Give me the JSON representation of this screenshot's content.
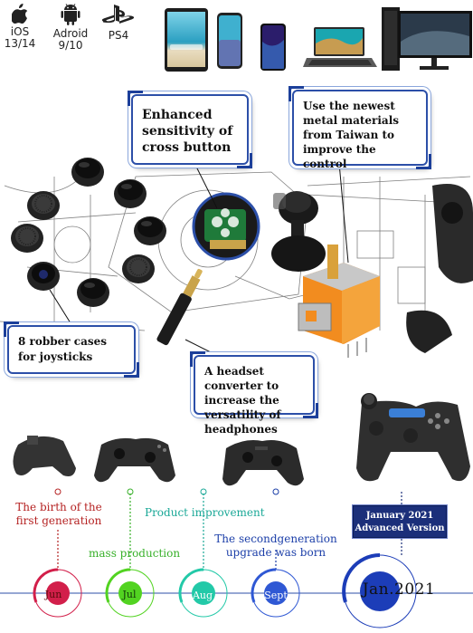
{
  "platforms": [
    {
      "name": "iOS",
      "version": "13/14",
      "icon": "apple-icon"
    },
    {
      "name": "Adroid",
      "version": "9/10",
      "icon": "android-icon"
    },
    {
      "name": "PS4",
      "version": "",
      "icon": "playstation-icon"
    }
  ],
  "callouts": {
    "cross_button": "Enhanced sensitivity of cross button",
    "metal": "Use the newest metal materials from Taiwan to improve the control",
    "cases": "8 robber cases for joysticks",
    "headset": "A headset converter to increase the versatility of headphones"
  },
  "timeline": {
    "events": [
      {
        "label": "The birth of the first generation",
        "color": "#b52222"
      },
      {
        "label": "mass production",
        "color": "#38b02a"
      },
      {
        "label": "Product improvement",
        "color": "#1aa897"
      },
      {
        "label": "The secondgeneration upgrade was born",
        "color": "#1b3ea8"
      }
    ],
    "badge": "January 2021 Advanced Version",
    "nodes": [
      {
        "label": "Jun",
        "color": "#d21f4a"
      },
      {
        "label": "Jul",
        "color": "#52d321"
      },
      {
        "label": "Aug",
        "color": "#23c9a8"
      },
      {
        "label": "Sept",
        "color": "#2f58d4"
      },
      {
        "label": "Jan.2021",
        "color": "#1c3db8"
      }
    ]
  }
}
